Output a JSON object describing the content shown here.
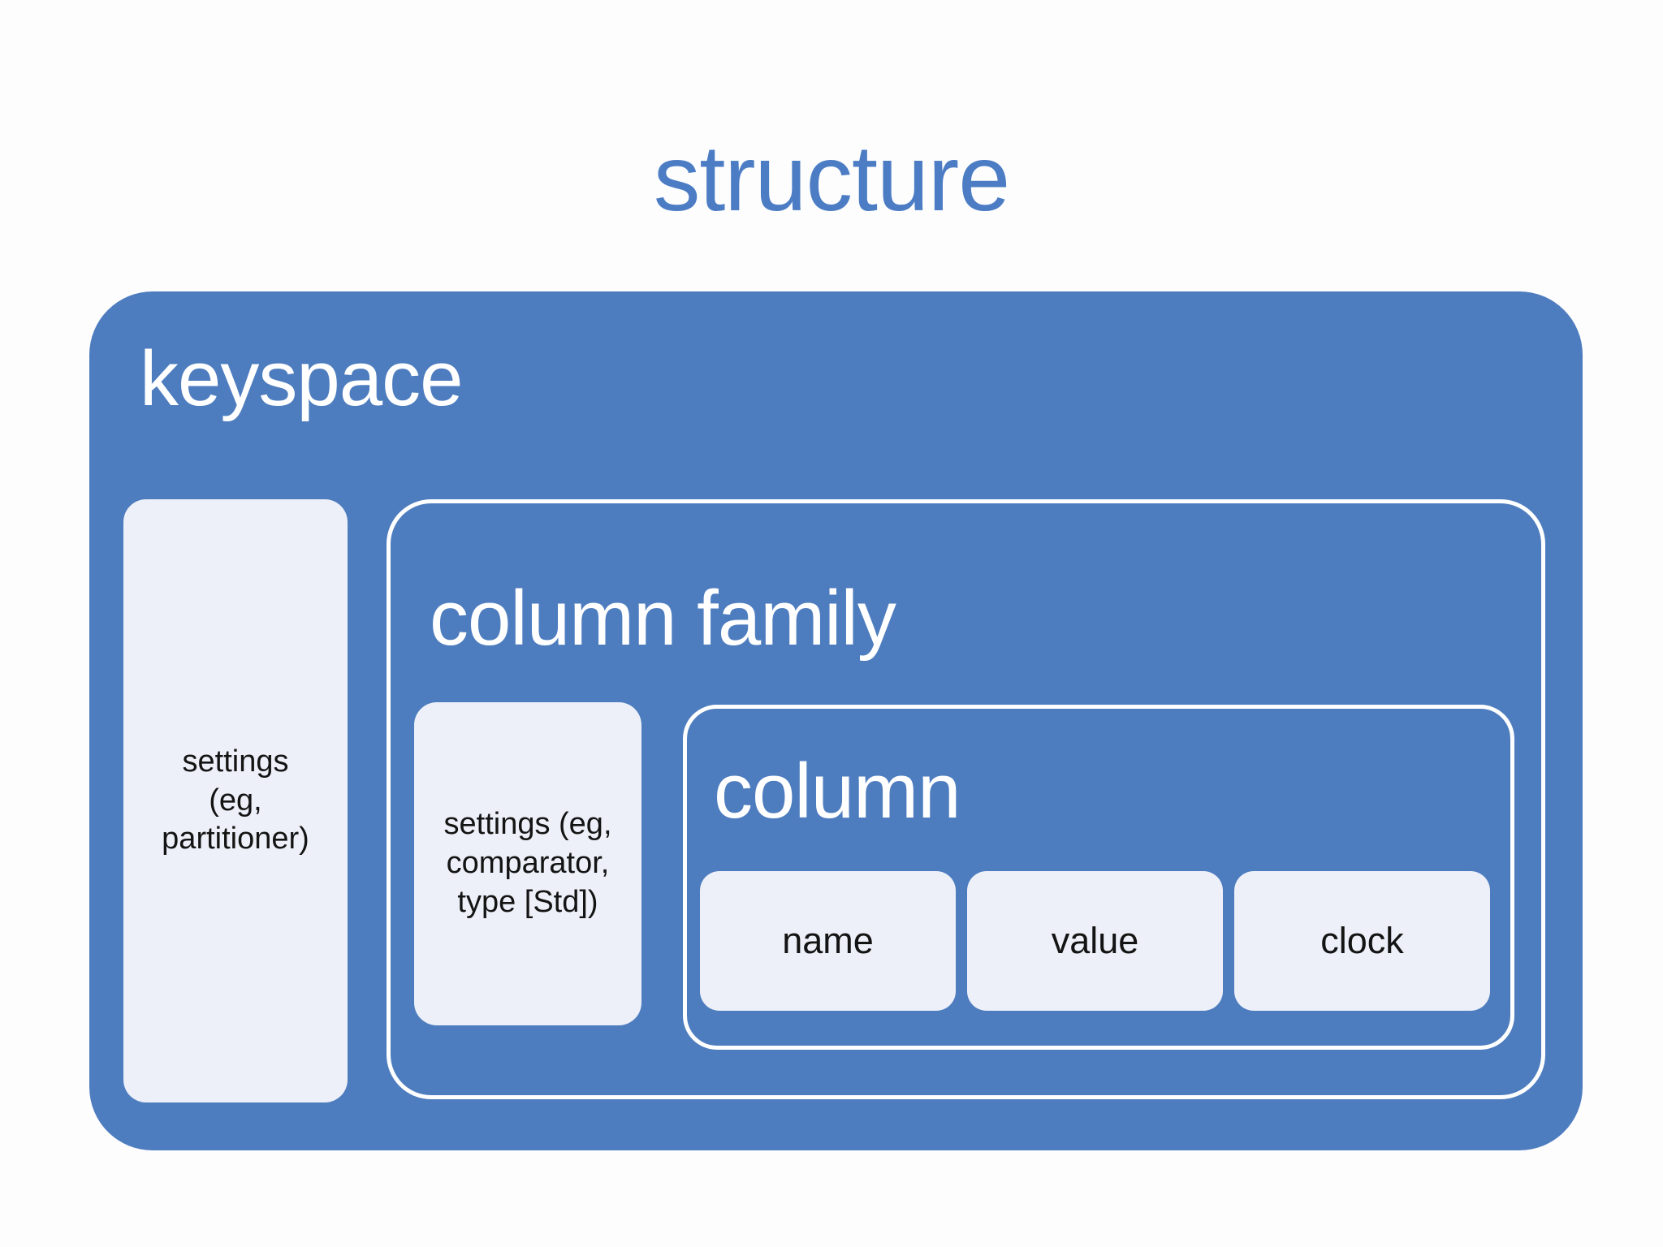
{
  "title": "structure",
  "colors": {
    "title_blue": "#4c7dc4",
    "box_blue": "#4e7dbf",
    "light_box": "#edf0f8",
    "outline_white": "#ffffff",
    "dark_text": "#141414"
  },
  "diagram": {
    "keyspace": {
      "label": "keyspace",
      "settings_text": "settings\n(eg,\npartitioner)",
      "column_family": {
        "label": "column family",
        "settings_text": "settings (eg,\ncomparator,\ntype [Std])",
        "column": {
          "label": "column",
          "fields": [
            "name",
            "value",
            "clock"
          ]
        }
      }
    }
  }
}
